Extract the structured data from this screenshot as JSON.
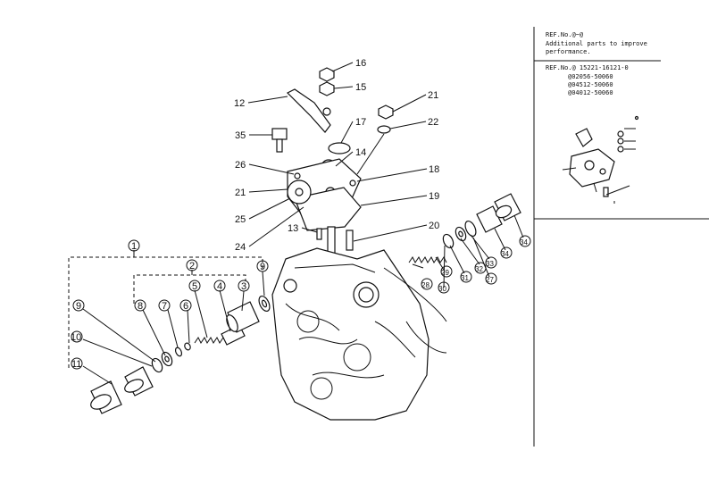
{
  "callouts": {
    "c1": "1",
    "c2": "2",
    "c3": "3",
    "c4": "4",
    "c5": "5",
    "c6": "6",
    "c7": "7",
    "c8": "8",
    "c9a": "9",
    "c9b": "9",
    "c10": "10",
    "c11": "11",
    "c12": "12",
    "c13": "13",
    "c14": "14",
    "c15": "15",
    "c16": "16",
    "c17": "17",
    "c18": "18",
    "c19": "19",
    "c20": "20",
    "c21a": "21",
    "c21b": "21",
    "c22": "22",
    "c24": "24",
    "c25": "25",
    "c26": "26",
    "c35": "35",
    "r28": "28",
    "r29": "29",
    "r30": "30",
    "r31": "31",
    "r32": "32",
    "r33": "33",
    "r34": "34",
    "r27": "27"
  },
  "side_panel": {
    "note_ref": "REF.No.@~@",
    "note_line1": "Additional parts to improve",
    "note_line2": "performance.",
    "ref_head": "REF.No.@ 15221-16121-0",
    "ref_line2": "@02056-50060",
    "ref_line3": "@04512-50060",
    "ref_line4": "@04012-50060"
  }
}
